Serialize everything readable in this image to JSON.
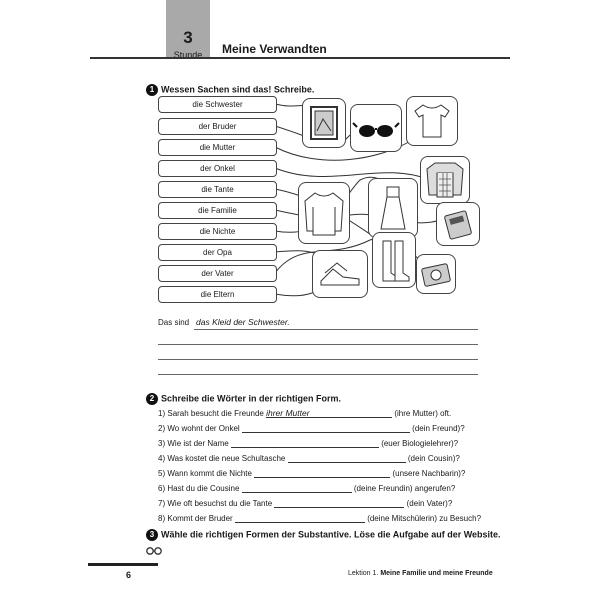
{
  "header": {
    "lesson_number": "3",
    "lesson_label": "Stunde",
    "title": "Meine Verwandten"
  },
  "exercise1": {
    "number": "1",
    "instruction": "Wessen Sachen sind das! Schreibe.",
    "people": [
      "die Schwester",
      "der Bruder",
      "die Mutter",
      "der Onkel",
      "die Tante",
      "die Familie",
      "die Nichte",
      "der Opa",
      "der Vater",
      "die Eltern"
    ],
    "items": [
      {
        "icon": "picture-frame-icon"
      },
      {
        "icon": "sunglasses-icon"
      },
      {
        "icon": "tshirt-icon"
      },
      {
        "icon": "checked-shirt-icon"
      },
      {
        "icon": "sweater-icon"
      },
      {
        "icon": "dress-icon"
      },
      {
        "icon": "book-icon"
      },
      {
        "icon": "boots-icon"
      },
      {
        "icon": "shoes-icon"
      },
      {
        "icon": "camera-icon"
      }
    ],
    "answer_prefix": "Das sind",
    "answer_example": "das Kleid der Schwester."
  },
  "exercise2": {
    "number": "2",
    "instruction": "Schreibe die Wörter in der richtigen Form.",
    "sentences": [
      {
        "n": "1)",
        "text": "Sarah besucht die Freunde",
        "filled": "ihrer Mutter",
        "hint": "(ihre Mutter) oft."
      },
      {
        "n": "2)",
        "text": "Wo wohnt der Onkel",
        "filled": "",
        "hint": "(dein Freund)?"
      },
      {
        "n": "3)",
        "text": "Wie ist der Name",
        "filled": "",
        "hint": "(euer Biologielehrer)?"
      },
      {
        "n": "4)",
        "text": "Was kostet die neue Schultasche",
        "filled": "",
        "hint": "(dein Cousin)?"
      },
      {
        "n": "5)",
        "text": "Wann kommt die Nichte",
        "filled": "",
        "hint": "(unsere Nachbarin)?"
      },
      {
        "n": "6)",
        "text": "Hast du die Cousine",
        "filled": "",
        "hint": "(deine Freundin) angerufen?"
      },
      {
        "n": "7)",
        "text": "Wie oft besuchst du die Tante",
        "filled": "",
        "hint": "(dein Vater)?"
      },
      {
        "n": "8)",
        "text": "Kommt der Bruder",
        "filled": "",
        "hint": "(deine Mitschülerin) zu Besuch?"
      }
    ]
  },
  "exercise3": {
    "number": "3",
    "instruction": "Wähle die richtigen Formen der Substantive. Löse die Aufgabe auf der Website.",
    "icon": "web-link-icon"
  },
  "footer": {
    "page_number": "6",
    "lesson": "Lektion 1.",
    "lesson_title": "Meine Familie und meine Freunde"
  }
}
